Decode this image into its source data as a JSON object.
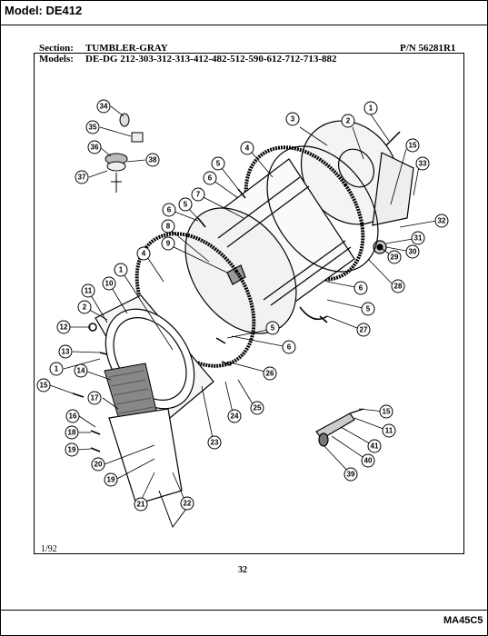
{
  "header": {
    "model": "Model:  DE412"
  },
  "section": {
    "label": "Section:",
    "value": "TUMBLER-GRAY",
    "part_number": "P/N 56281R1",
    "models_label": "Models:",
    "models_value": "DE-DG 212-303-312-313-412-482-512-590-612-712-713-882"
  },
  "footer": {
    "date": "1/92",
    "page": "32",
    "code": "MA45C5"
  },
  "callouts": [
    "34",
    "35",
    "36",
    "37",
    "38",
    "3",
    "2",
    "1",
    "15",
    "33",
    "4",
    "5",
    "6",
    "7",
    "6",
    "5",
    "8",
    "9",
    "32",
    "31",
    "30",
    "29",
    "28",
    "4",
    "1",
    "11",
    "10",
    "2",
    "12",
    "13",
    "1",
    "14",
    "15",
    "17",
    "16",
    "18",
    "19",
    "20",
    "19",
    "21",
    "22",
    "23",
    "24",
    "25",
    "26",
    "6",
    "5",
    "27",
    "6",
    "5",
    "15",
    "11",
    "41",
    "40",
    "39"
  ]
}
